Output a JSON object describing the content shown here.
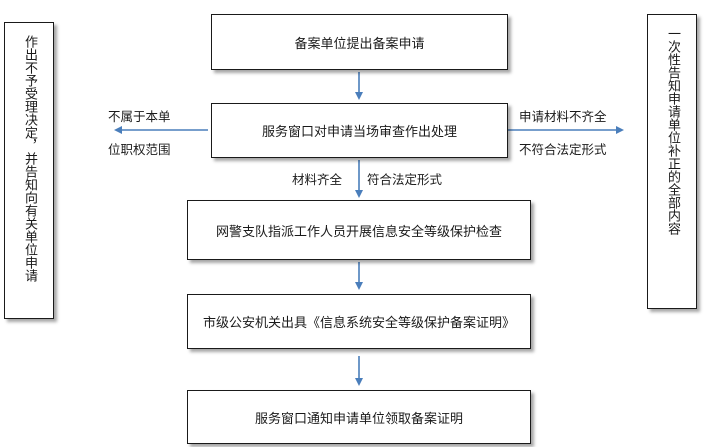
{
  "flowchart": {
    "steps": [
      "备案单位提出备案申请",
      "服务窗口对申请当场审查作出处理",
      "网警支队指派工作人员开展信息安全等级保护检查",
      "市级公安机关出具《信息系统安全等级保护备案证明》",
      "服务窗口通知申请单位领取备案证明"
    ],
    "left_outcome": "作出不予受理决定，并告知向有关单位申请",
    "right_outcome": "一次性告知申请单位补正的全部内容",
    "left_condition": [
      "不属于本单",
      "位职权范围"
    ],
    "right_condition": [
      "申请材料不齐全",
      "不符合法定形式"
    ],
    "center_condition": [
      "材料齐全",
      "符合法定形式"
    ]
  },
  "colors": {
    "arrow": "#4a7ebb",
    "border": "#1a1a1a"
  }
}
